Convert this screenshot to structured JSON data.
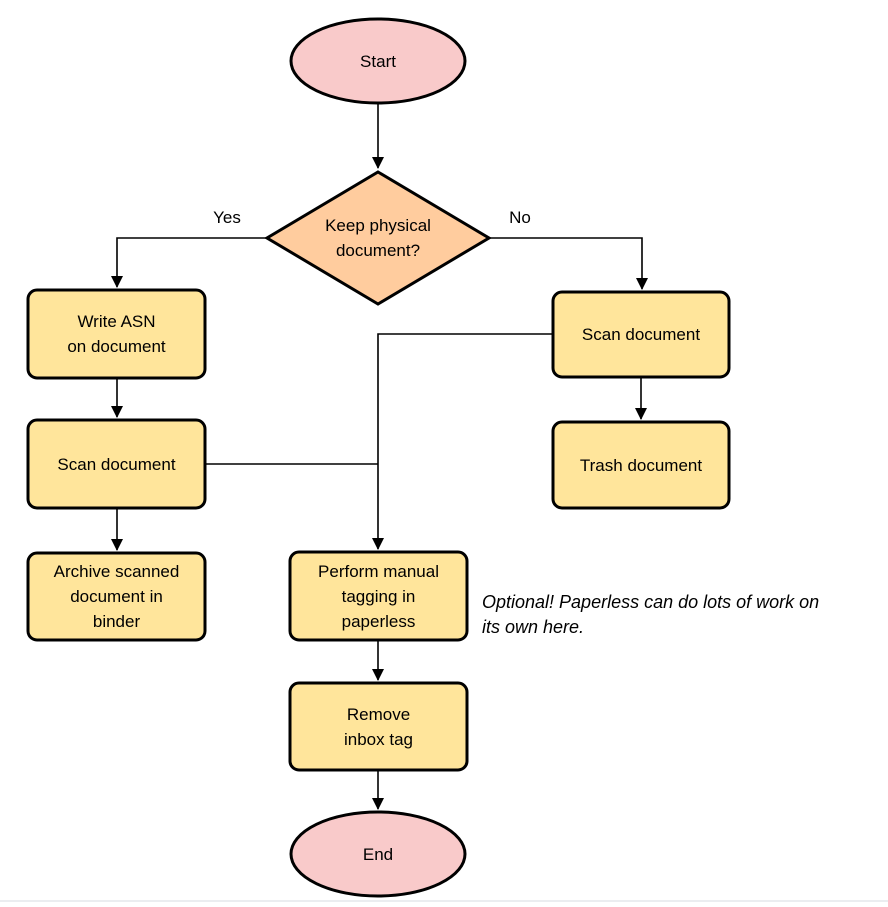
{
  "diagram": {
    "type": "flowchart",
    "background": "#ffffff",
    "colors": {
      "terminator_fill": "#f9caca",
      "decision_fill": "#ffcc9e",
      "process_fill": "#ffe59b",
      "stroke": "#000000",
      "edge_stroke": "#000000",
      "bottom_edge_line": "#ebedf0"
    },
    "nodes": {
      "start": {
        "label": "Start",
        "shape": "ellipse"
      },
      "decision": {
        "label": "Keep physical\ndocument?",
        "shape": "diamond"
      },
      "write_asn": {
        "label": "Write ASN\non document",
        "shape": "rounded-rect"
      },
      "scan_left": {
        "label": "Scan document",
        "shape": "rounded-rect"
      },
      "archive": {
        "label": "Archive scanned\ndocument in\nbinder",
        "shape": "rounded-rect"
      },
      "scan_right": {
        "label": "Scan document",
        "shape": "rounded-rect"
      },
      "trash": {
        "label": "Trash document",
        "shape": "rounded-rect"
      },
      "perform_tagging": {
        "label": "Perform manual\ntagging in\npaperless",
        "shape": "rounded-rect"
      },
      "remove_inbox": {
        "label": "Remove\ninbox tag",
        "shape": "rounded-rect"
      },
      "end": {
        "label": "End",
        "shape": "ellipse"
      }
    },
    "edge_labels": {
      "yes": "Yes",
      "no": "No"
    },
    "note": {
      "text": "Optional! Paperless can do lots of work on\nits own here."
    }
  }
}
